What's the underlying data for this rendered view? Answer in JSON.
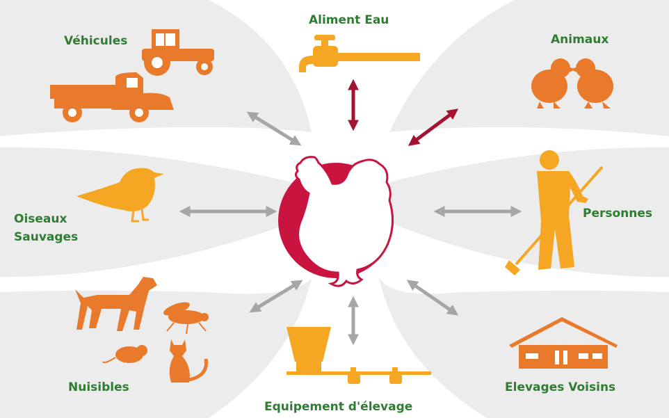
{
  "labels": {
    "vehicules": "Véhicules",
    "aliment_eau": "Aliment Eau",
    "animaux": "Animaux",
    "oiseaux_line1": "Oiseaux",
    "oiseaux_line2": "Sauvages",
    "personnes": "Personnes",
    "nuisibles": "Nuisibles",
    "equipement": "Equipement d'élevage",
    "elevages_voisins": "Elevages Voisins"
  },
  "colors": {
    "background_band": "#ececec",
    "icon_orange": "#e97a2b",
    "icon_amber": "#f5a623",
    "center_red": "#c8143f",
    "arrow_gray": "#a6a6a6",
    "arrow_red": "#a31432",
    "label_green": "#2e7d32"
  },
  "icons": {
    "center": "hen-icon",
    "vehicules": [
      "tractor-icon",
      "truck-icon"
    ],
    "aliment_eau": "water-tap-icon",
    "animaux": "chicks-icon",
    "oiseaux": "wild-bird-icon",
    "personnes": "person-sweeping-icon",
    "nuisibles": [
      "dog-icon",
      "fly-icon",
      "mouse-icon",
      "cat-icon"
    ],
    "equipement": "feeder-icon",
    "elevages_voisins": "farm-building-icon"
  }
}
